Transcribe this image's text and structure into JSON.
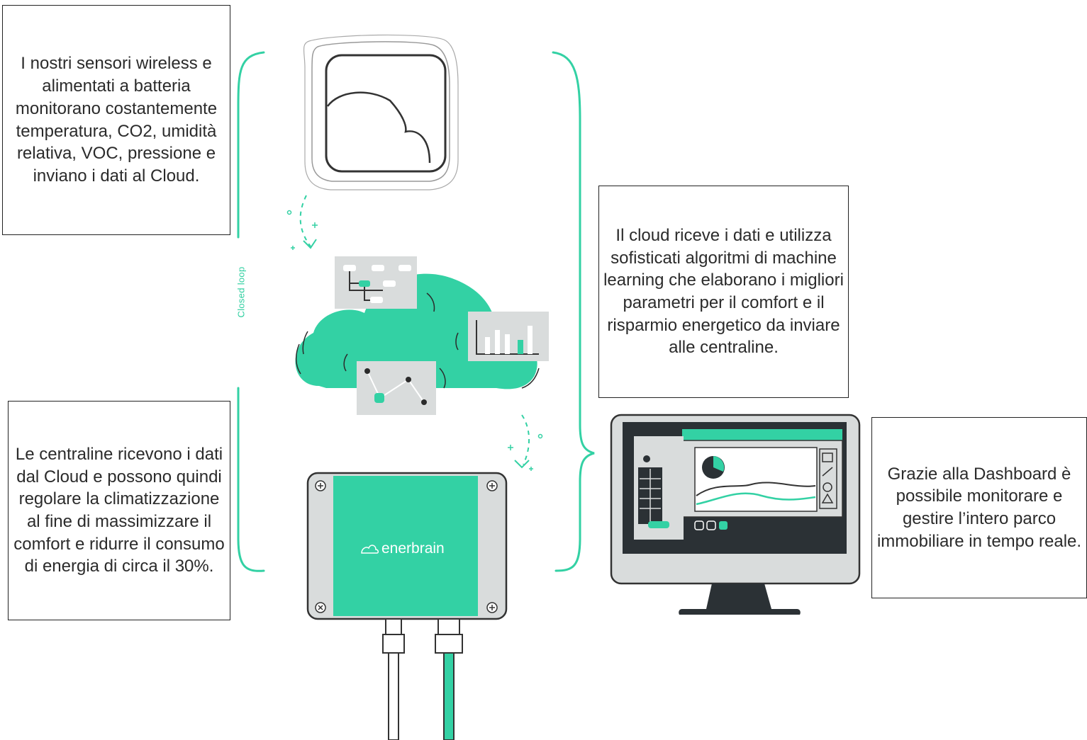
{
  "descriptions": {
    "sensors": "I nostri sensori wireless e alimentati a batteria monitorano costantemente temperatura, CO2, umidità relativa, VOC, pressione e inviano i dati al Cloud.",
    "cloud": "Il cloud riceve i dati e utilizza sofisticati algoritmi di machine learning che elaborano i migliori parametri per il comfort e il risparmio energetico da inviare alle centraline.",
    "central_unit": "Le centraline ricevono i dati dal Cloud e possono quindi regolare la climatizzazione al fine di massimizzare il comfort e ridurre il consumo di energia di circa il 30%.",
    "dashboard": "Grazie alla Dashboard è possibile monitorare e gestire l’intero parco immobiliare in tempo reale."
  },
  "loop_label": "Closed loop",
  "brand_name": "enerbrain",
  "colors": {
    "accent": "#33d1a4",
    "dark": "#2b3135",
    "panel": "#d9dcdc",
    "outline": "#333333"
  }
}
